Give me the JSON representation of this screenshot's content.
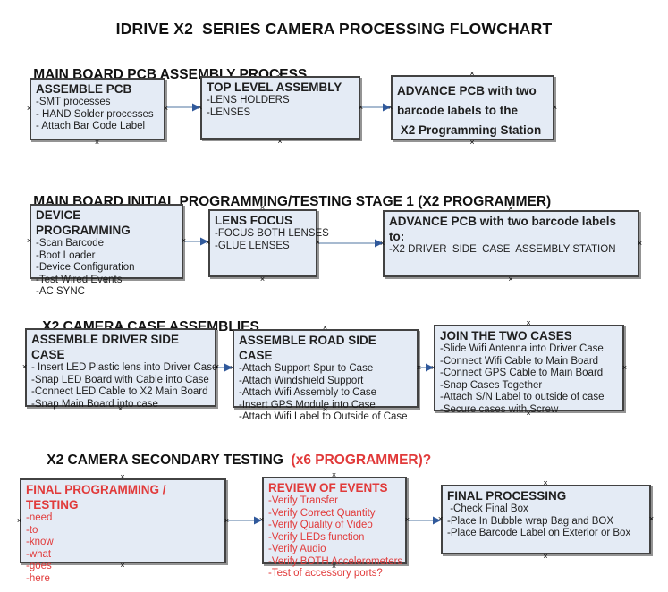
{
  "title": "IDRIVE X2  SERIES CAMERA PROCESSING FLOWCHART",
  "colors": {
    "box_fill": "#e4ebf5",
    "box_border": "#424242",
    "box_shadow": "#949494",
    "arrow_line": "#8aa3c1",
    "arrow_head": "#30599b",
    "red": "#e13a3a",
    "text": "#1f1f1f"
  },
  "icons": {
    "connector_handle": "×",
    "flow_arrow": "→"
  },
  "sections": [
    {
      "heading": "MAIN BOARD PCB ASSEMBLY PROCESS",
      "boxes": [
        {
          "title": "ASSEMBLE PCB",
          "items": [
            "-SMT processes",
            "- HAND Solder processes",
            "- Attach Bar Code Label"
          ]
        },
        {
          "title": "TOP LEVEL ASSEMBLY",
          "items": [
            "-LENS HOLDERS",
            "-LENSES"
          ]
        },
        {
          "title": "ADVANCE PCB with two\nbarcode labels to the\n X2 Programming Station",
          "items": []
        }
      ]
    },
    {
      "heading": "MAIN BOARD INITIAL PROGRAMMING/TESTING STAGE 1 (X2 PROGRAMMER)",
      "boxes": [
        {
          "title": "DEVICE PROGRAMMING",
          "items": [
            "-Scan Barcode",
            "-Boot Loader",
            "-Device Configuration",
            "-Test Wired Events",
            "-AC SYNC"
          ]
        },
        {
          "title": "LENS FOCUS",
          "items": [
            "-FOCUS BOTH LENSES",
            "-GLUE LENSES"
          ]
        },
        {
          "title": "ADVANCE PCB with two barcode labels to:",
          "items": [
            "-X2 DRIVER  SIDE  CASE  ASSEMBLY STATION"
          ]
        }
      ]
    },
    {
      "heading": "X2 CAMERA CASE ASSEMBLIES",
      "boxes": [
        {
          "title": "ASSEMBLE DRIVER SIDE CASE",
          "items": [
            "- Insert LED Plastic lens into Driver Case",
            "-Snap LED Board with Cable into Case",
            "-Connect LED Cable to X2 Main Board",
            "-Snap Main Board into case"
          ]
        },
        {
          "title": "ASSEMBLE ROAD SIDE CASE",
          "items": [
            "-Attach Support Spur to Case",
            "-Attach Windshield Support",
            "-Attach Wifi Assembly to Case",
            "-Insert GPS Module into Case",
            "-Attach Wifi Label to Outside of Case"
          ]
        },
        {
          "title": "JOIN THE TWO CASES",
          "items": [
            "-Slide Wifi Antenna into Driver Case",
            "-Connect Wifi Cable to Main Board",
            "-Connect GPS Cable to Main Board",
            "-Snap Cases Together",
            "-Attach S/N Label to outside of case",
            "-Secure cases with Screw"
          ]
        }
      ]
    },
    {
      "heading": "X2 CAMERA SECONDARY TESTING  ",
      "heading_red": "(x6 PROGRAMMER)?",
      "boxes": [
        {
          "title": "FINAL PROGRAMMING / TESTING",
          "red": true,
          "items": [
            "-need",
            "-to",
            "-know",
            "-what",
            "-goes",
            "-here"
          ]
        },
        {
          "title": "REVIEW OF EVENTS",
          "red": true,
          "items": [
            "-Verify Transfer",
            "-Verify Correct Quantity",
            "-Verify Quality of Video",
            "-Verify LEDs function",
            "-Verify Audio",
            "-Verify BOTH Accelerometers",
            "-Test of accessory ports?"
          ]
        },
        {
          "title": "FINAL PROCESSING",
          "items": [
            " -Check Final Box",
            "-Place In Bubble wrap Bag and BOX",
            "-Place Barcode Label on Exterior or Box"
          ]
        }
      ]
    }
  ]
}
